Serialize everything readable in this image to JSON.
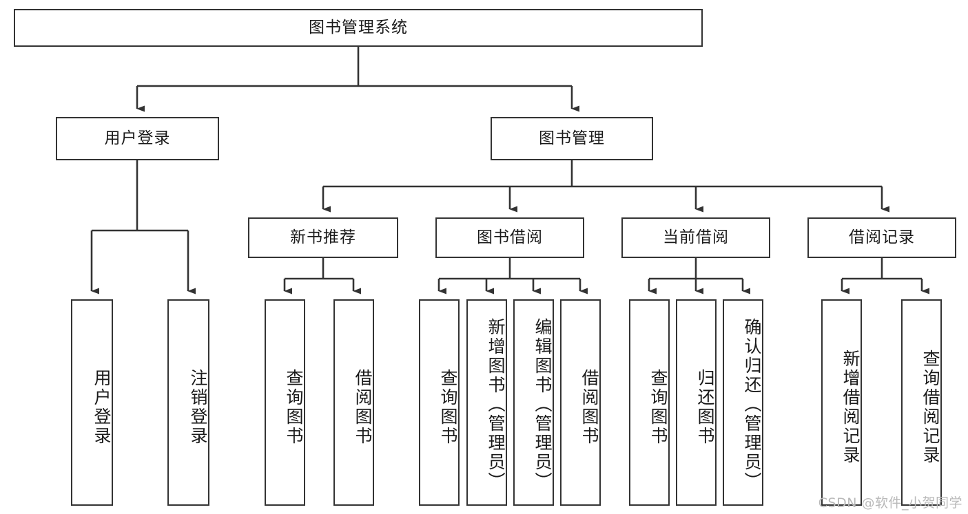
{
  "diagram": {
    "title": "图书管理系统",
    "type": "tree-hierarchy",
    "root": {
      "label": "图书管理系统"
    },
    "level1": [
      {
        "label": "用户登录"
      },
      {
        "label": "图书管理"
      }
    ],
    "level2": [
      {
        "label": "新书推荐"
      },
      {
        "label": "图书借阅"
      },
      {
        "label": "当前借阅"
      },
      {
        "label": "借阅记录"
      }
    ],
    "leaves": {
      "user_login": [
        {
          "label": "用户登录"
        },
        {
          "label": "注销登录"
        }
      ],
      "new_book_recommend": [
        {
          "label": "查询图书"
        },
        {
          "label": "借阅图书"
        }
      ],
      "book_borrow": [
        {
          "label": "查询图书"
        },
        {
          "label": "新增图书（管理员）"
        },
        {
          "label": "编辑图书（管理员）"
        },
        {
          "label": "借阅图书"
        }
      ],
      "current_borrow": [
        {
          "label": "查询图书"
        },
        {
          "label": "归还图书"
        },
        {
          "label": "确认归还（管理员）"
        }
      ],
      "borrow_record": [
        {
          "label": "新增借阅记录"
        },
        {
          "label": "查询借阅记录"
        }
      ]
    }
  },
  "watermark": {
    "text": "CSDN @软件_小贺同学"
  },
  "colors": {
    "stroke": "#333333",
    "background": "#ffffff",
    "text": "#1a1a1a",
    "watermark": "#b9b9b9"
  }
}
